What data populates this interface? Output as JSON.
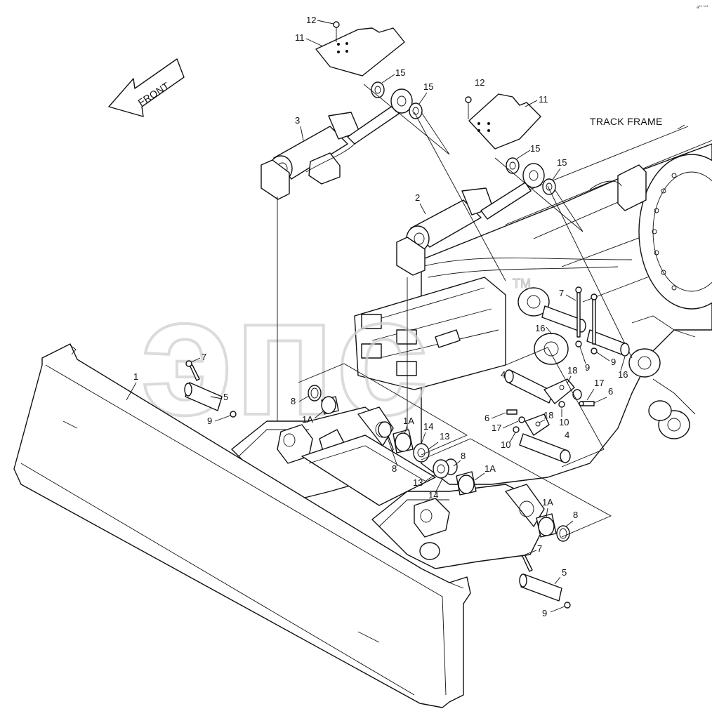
{
  "captions": {
    "front": "FRONT",
    "track_frame": "TRACK FRAME"
  },
  "watermark": "эпс",
  "watermark_tm": "TM",
  "corner_code": "a** ***",
  "callouts": [
    {
      "id": "c12a",
      "text": "12"
    },
    {
      "id": "c11a",
      "text": "11"
    },
    {
      "id": "c15a",
      "text": "15"
    },
    {
      "id": "c15b",
      "text": "15"
    },
    {
      "id": "c3",
      "text": "3"
    },
    {
      "id": "c12b",
      "text": "12"
    },
    {
      "id": "c11b",
      "text": "11"
    },
    {
      "id": "c15c",
      "text": "15"
    },
    {
      "id": "c15d",
      "text": "15"
    },
    {
      "id": "c2",
      "text": "2"
    },
    {
      "id": "c7a",
      "text": "7"
    },
    {
      "id": "c16a",
      "text": "16"
    },
    {
      "id": "c16b",
      "text": "16"
    },
    {
      "id": "c9a",
      "text": "9"
    },
    {
      "id": "c9b",
      "text": "9"
    },
    {
      "id": "c4a",
      "text": "4"
    },
    {
      "id": "c18a",
      "text": "18"
    },
    {
      "id": "c17a",
      "text": "17"
    },
    {
      "id": "c6a",
      "text": "6"
    },
    {
      "id": "c6b",
      "text": "6"
    },
    {
      "id": "c18b",
      "text": "18"
    },
    {
      "id": "c17b",
      "text": "17"
    },
    {
      "id": "c10a",
      "text": "10"
    },
    {
      "id": "c10b",
      "text": "10"
    },
    {
      "id": "c4b",
      "text": "4"
    },
    {
      "id": "c1",
      "text": "1"
    },
    {
      "id": "c7b",
      "text": "7"
    },
    {
      "id": "c5a",
      "text": "5"
    },
    {
      "id": "c9c",
      "text": "9"
    },
    {
      "id": "c8a",
      "text": "8"
    },
    {
      "id": "c1Aa",
      "text": "1A"
    },
    {
      "id": "c1Ab",
      "text": "1A"
    },
    {
      "id": "c14a",
      "text": "14"
    },
    {
      "id": "c13a",
      "text": "13"
    },
    {
      "id": "c8b",
      "text": "8"
    },
    {
      "id": "c8c",
      "text": "8"
    },
    {
      "id": "c13b",
      "text": "13"
    },
    {
      "id": "c1Ac",
      "text": "1A"
    },
    {
      "id": "c14b",
      "text": "14"
    },
    {
      "id": "c1Ad",
      "text": "1A"
    },
    {
      "id": "c8d",
      "text": "8"
    },
    {
      "id": "c7c",
      "text": "7"
    },
    {
      "id": "c5b",
      "text": "5"
    },
    {
      "id": "c9d",
      "text": "9"
    }
  ]
}
